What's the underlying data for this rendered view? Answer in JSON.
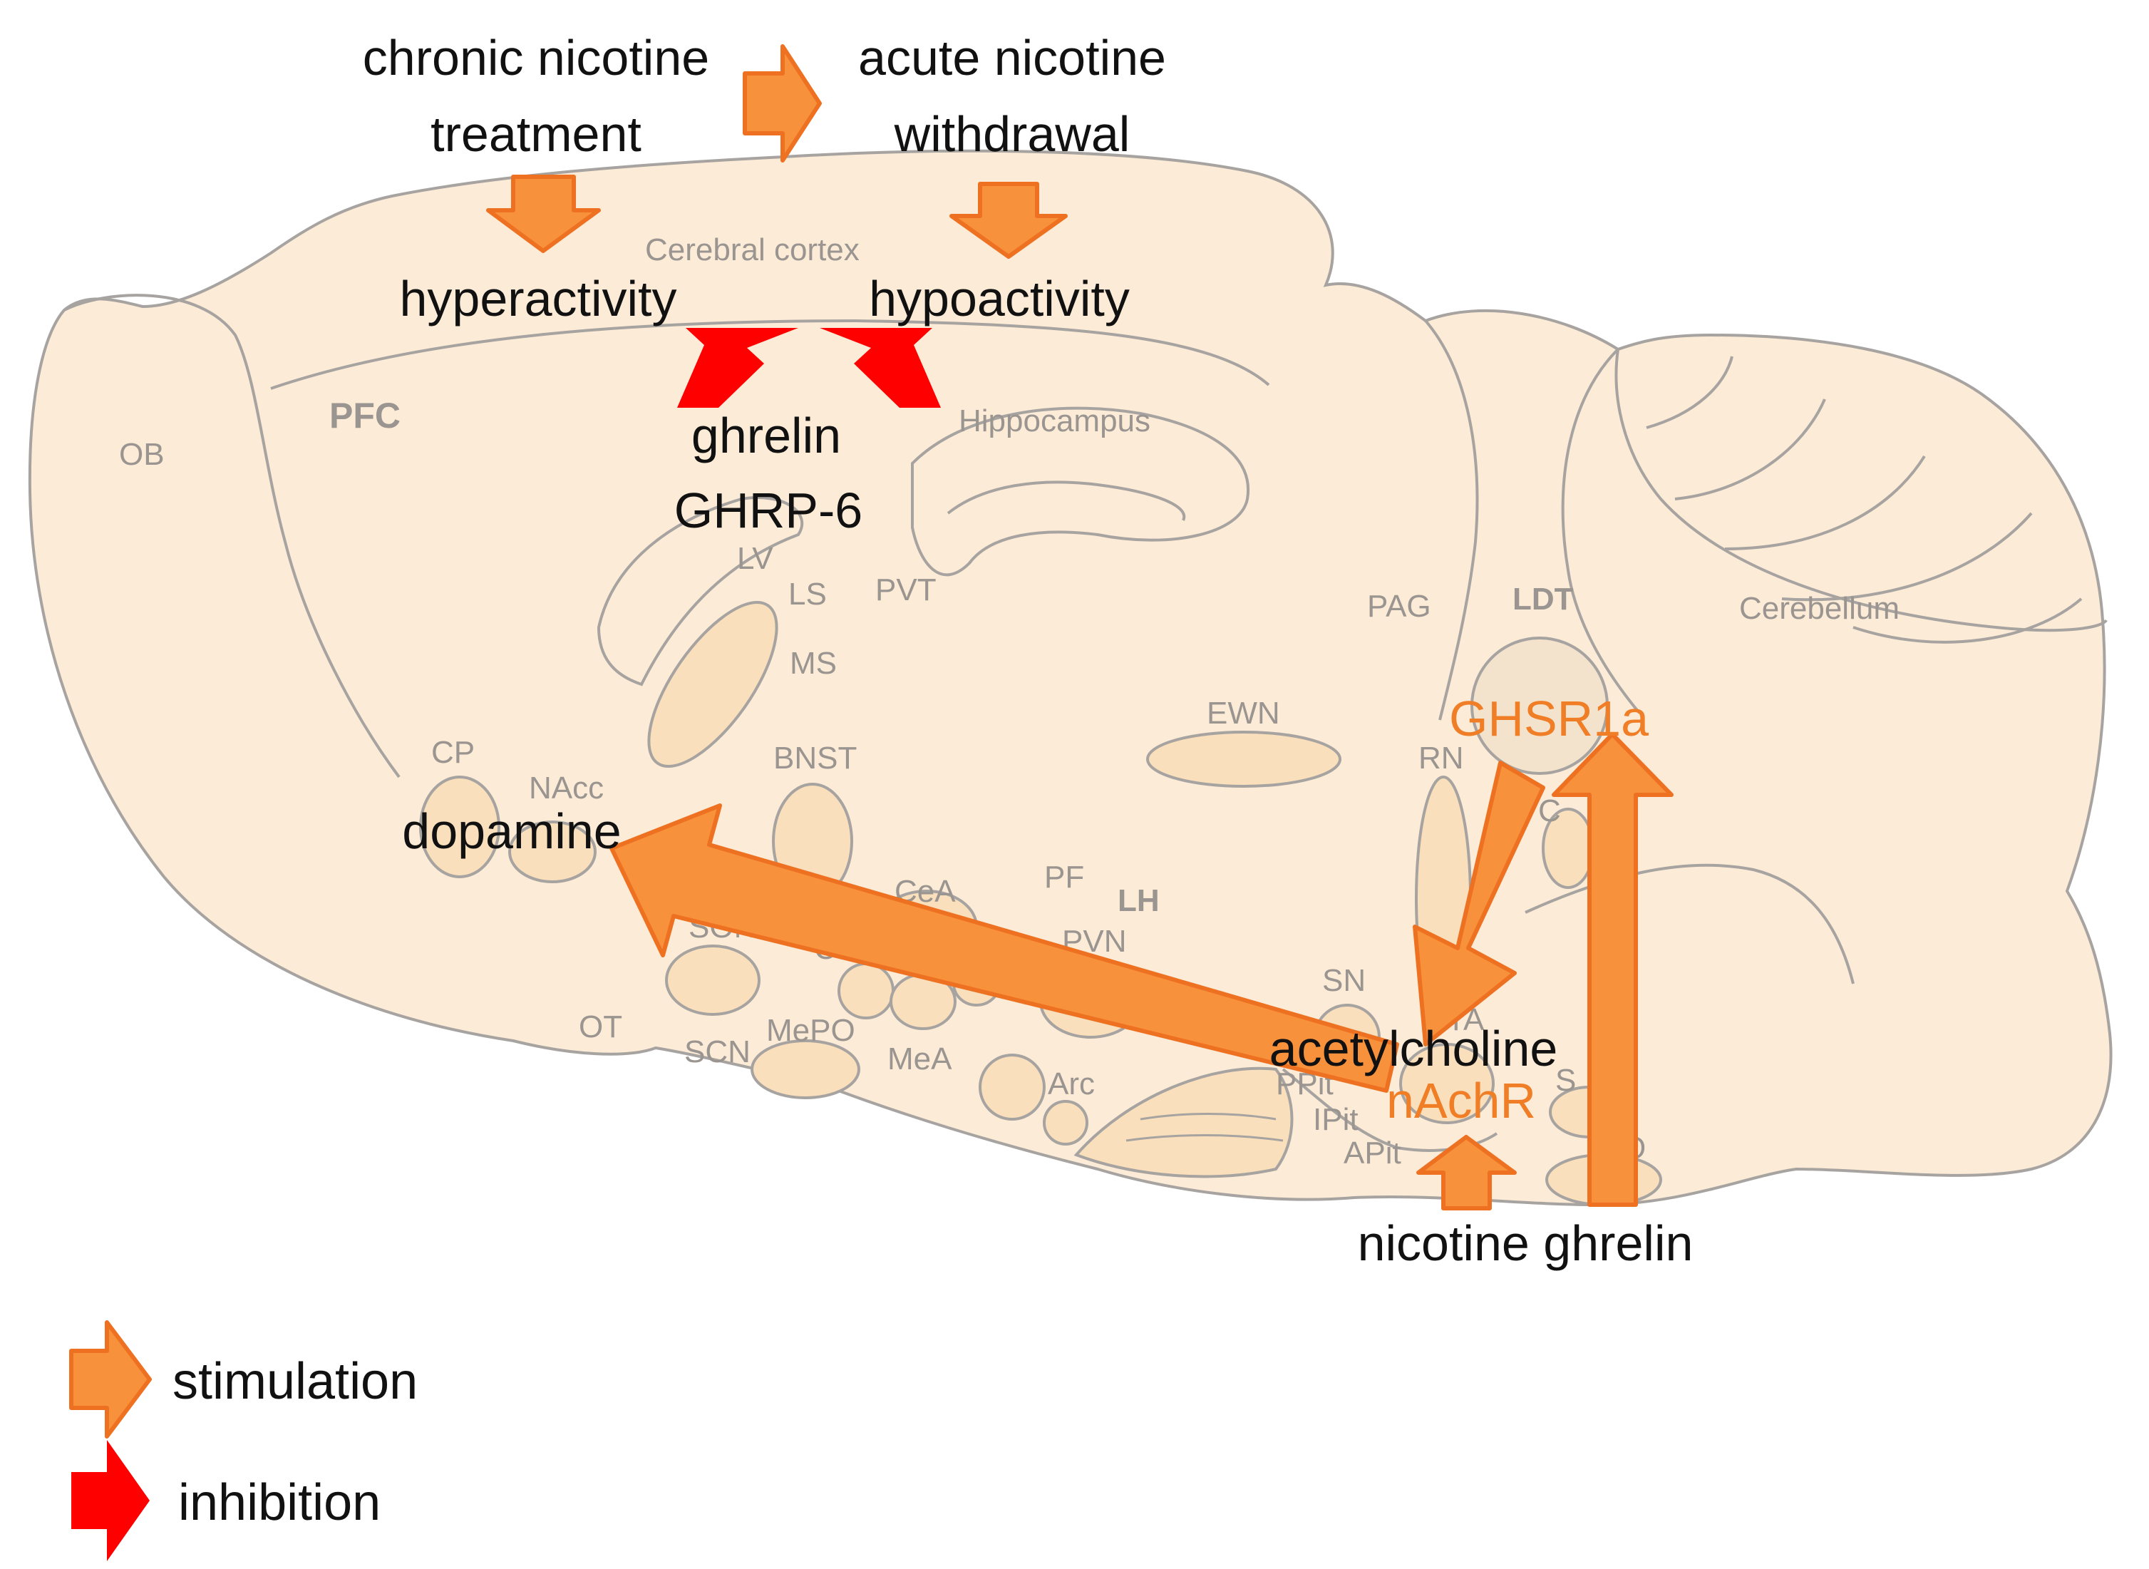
{
  "colors": {
    "brain_fill": "#fcebd6",
    "nucleus_fill": "#f9dfbb",
    "outline": "#a7a3a0",
    "stimulation": "#f7913b",
    "stimulation_stroke": "#ee7122",
    "inhibition": "#ff0000",
    "receptor_text": "#f07e26"
  },
  "regions": {
    "cerebral_cortex": "Cerebral cortex",
    "pfc": "PFC",
    "ob": "OB",
    "hippocampus": "Hippocampus",
    "lv": "LV",
    "ls": "LS",
    "pvt": "PVT",
    "ms": "MS",
    "pag": "PAG",
    "ldt": "LDT",
    "cerebellum": "Cerebellum",
    "ewn": "EWN",
    "rn": "RN",
    "cp": "CP",
    "nacc": "NAcc",
    "bnst": "BNST",
    "pf": "PF",
    "lh": "LH",
    "cea": "CeA",
    "son": "SON",
    "coa": "CoA",
    "pvn": "PVN",
    "ot": "OT",
    "scn": "SCN",
    "mepo": "MePO",
    "mea": "MeA",
    "arc": "Arc",
    "sn": "SN",
    "vta": "VTA",
    "ppit": "PPit",
    "ipit": "IPit",
    "apit": "APit",
    "partial_c": "C",
    "partial_s": "S",
    "partial_o": "O"
  },
  "labels": {
    "chronic_line1": "chronic nicotine",
    "chronic_line2": "treatment",
    "acute_line1": "acute nicotine",
    "acute_line2": "withdrawal",
    "hyperactivity": "hyperactivity",
    "hypoactivity": "hypoactivity",
    "ghrelin_top": "ghrelin",
    "ghrp6": "GHRP-6",
    "dopamine": "dopamine",
    "acetylcholine": "acetylcholine",
    "nachr": "nAchR",
    "ghsr1a": "GHSR1a",
    "nicotine_ghrelin": "nicotine ghrelin"
  },
  "legend": {
    "stimulation": "stimulation",
    "inhibition": "inhibition"
  }
}
